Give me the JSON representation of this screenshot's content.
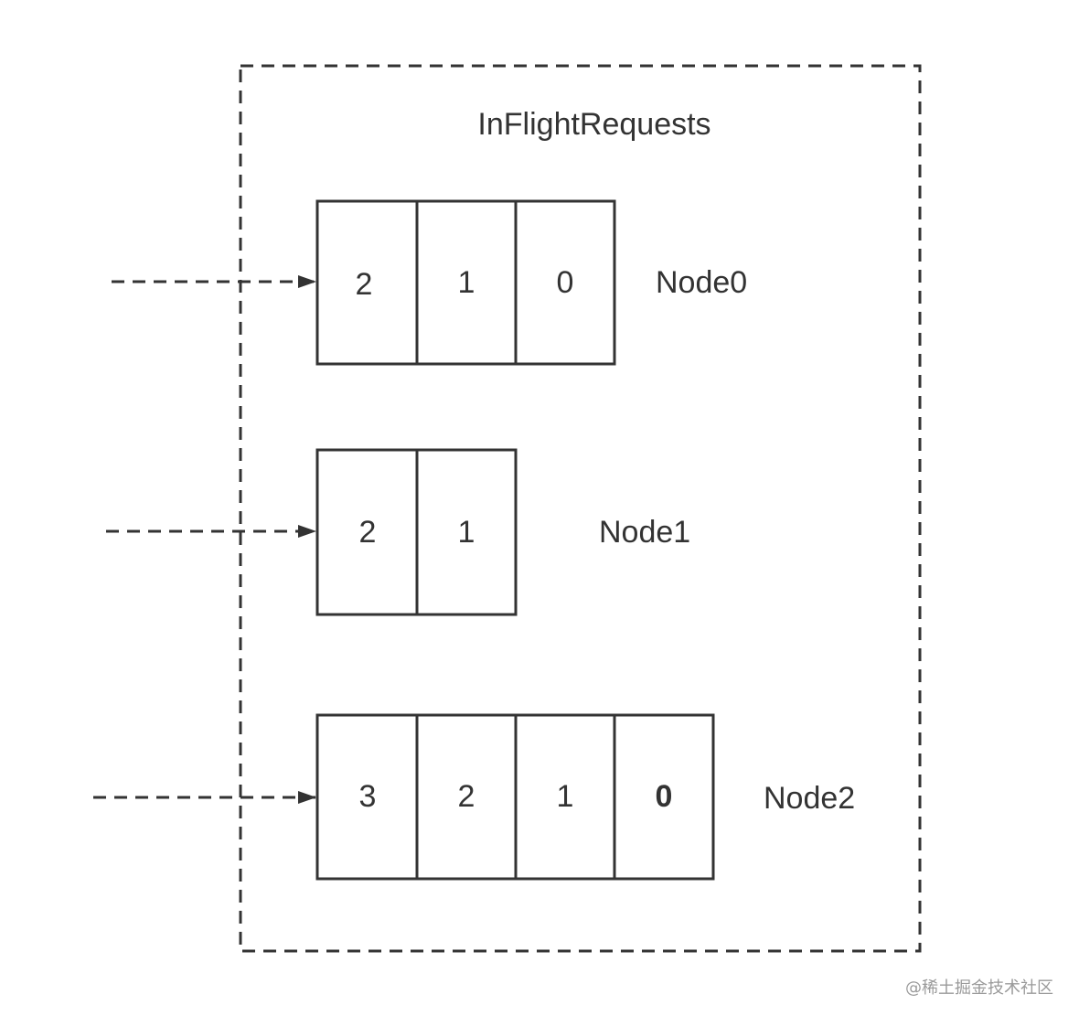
{
  "container": {
    "title": "InFlightRequests"
  },
  "queues": [
    {
      "label": "Node0",
      "cells": [
        "2",
        "1",
        "0"
      ]
    },
    {
      "label": "Node1",
      "cells": [
        "2",
        "1"
      ]
    },
    {
      "label": "Node2",
      "cells": [
        "3",
        "2",
        "1",
        "0"
      ]
    }
  ],
  "watermark": "@稀土掘金技术社区",
  "colors": {
    "stroke": "#333333",
    "background": "#ffffff"
  }
}
